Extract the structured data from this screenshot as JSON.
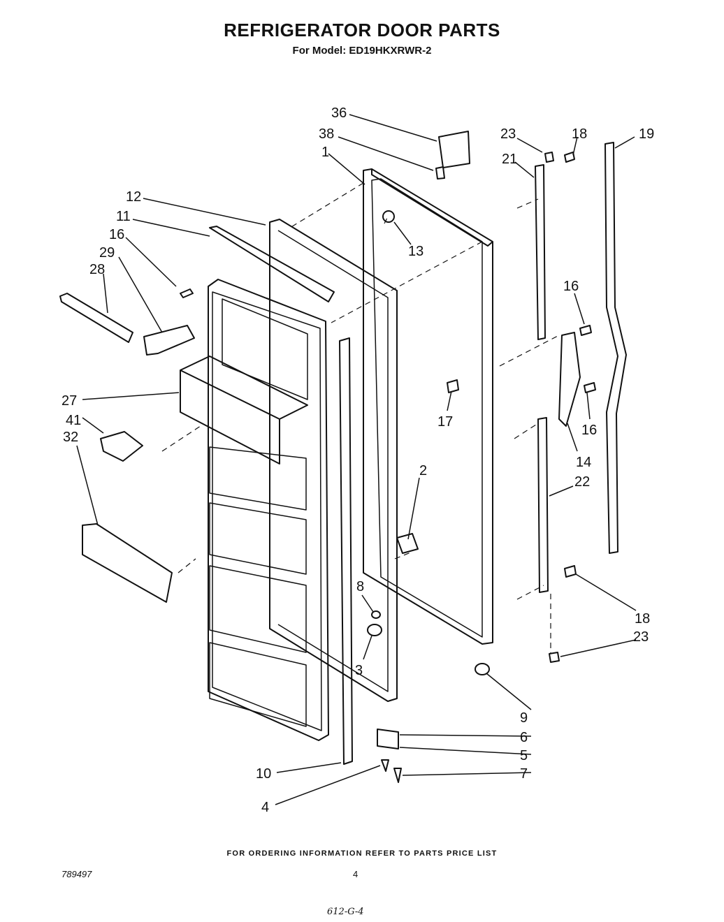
{
  "title": "REFRIGERATOR DOOR PARTS",
  "subtitle": "For Model: ED19HKXRWR-2",
  "footer_note": "FOR ORDERING INFORMATION REFER TO PARTS PRICE LIST",
  "doc_id": "789497",
  "page_number": "4",
  "handwritten_note": "612-G-4",
  "callouts": [
    "36",
    "38",
    "1",
    "12",
    "11",
    "16",
    "29",
    "28",
    "13",
    "23",
    "18",
    "21",
    "19",
    "16",
    "17",
    "16",
    "14",
    "27",
    "41",
    "32",
    "2",
    "22",
    "8",
    "3",
    "18",
    "23",
    "9",
    "6",
    "5",
    "7",
    "10",
    "4"
  ]
}
